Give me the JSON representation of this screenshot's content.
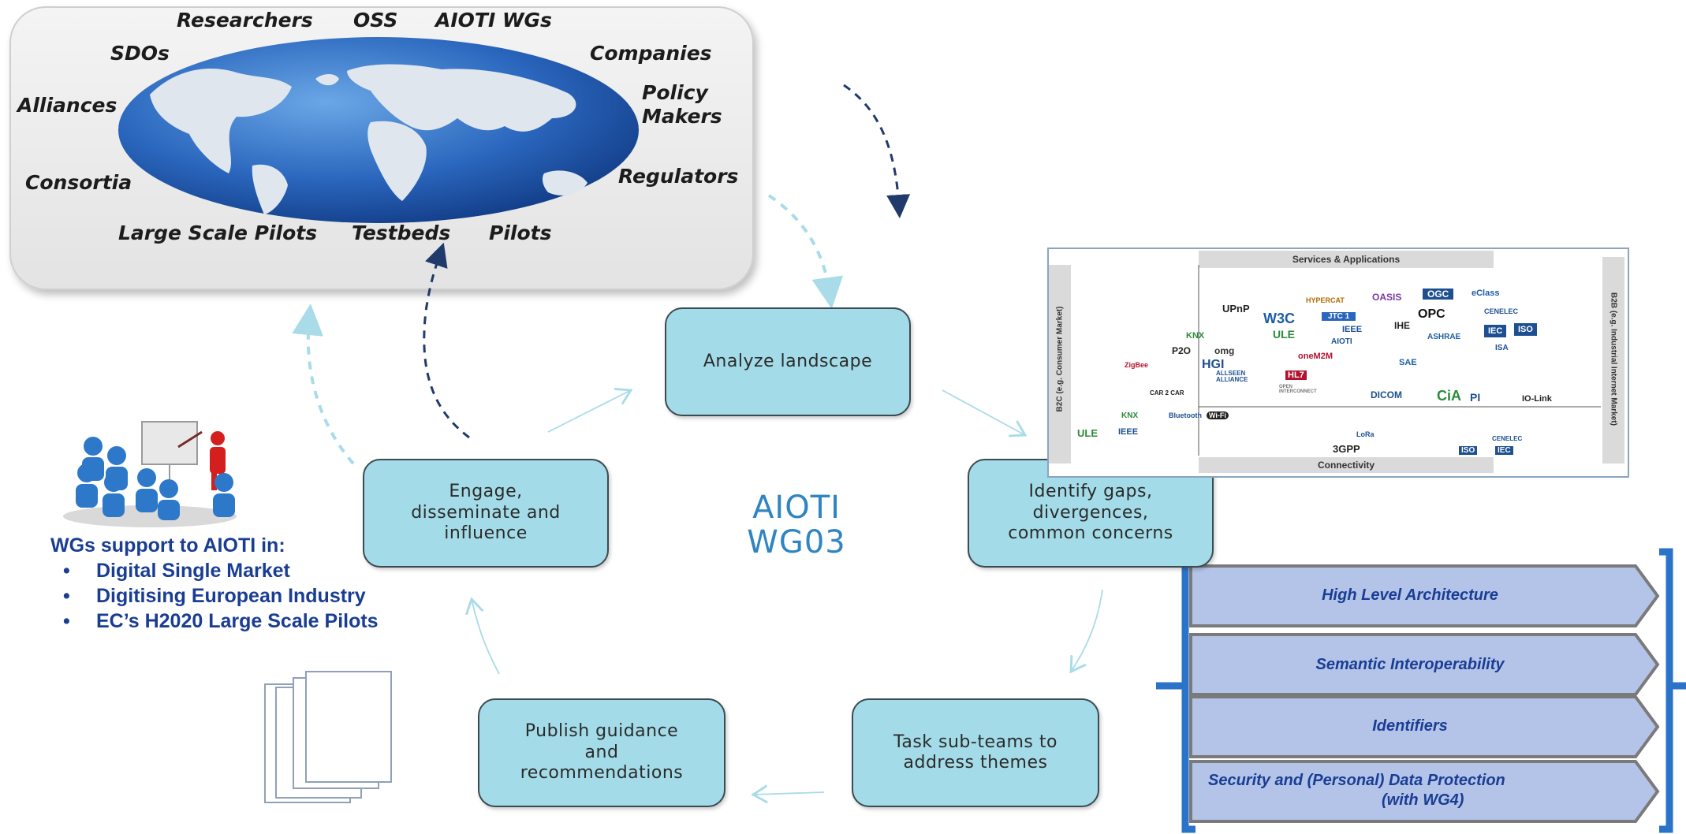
{
  "globe": {
    "labels": {
      "researchers": "Researchers",
      "oss": "OSS",
      "aioti_wgs": "AIOTI WGs",
      "sdos": "SDOs",
      "companies": "Companies",
      "alliances": "Alliances",
      "policy_makers_1": "Policy",
      "policy_makers_2": "Makers",
      "regulators": "Regulators",
      "consortia": "Consortia",
      "large_scale_pilots": "Large Scale Pilots",
      "testbeds": "Testbeds",
      "pilots": "Pilots"
    }
  },
  "cycle": {
    "analyze": "Analyze landscape",
    "identify_1": "Identify gaps,",
    "identify_2": "divergences,",
    "identify_3": "common concerns",
    "task_1": "Task sub-teams to",
    "task_2": "address themes",
    "publish_1": "Publish guidance",
    "publish_2": "and",
    "publish_3": "recommendations",
    "engage_1": "Engage,",
    "engage_2": "disseminate and",
    "engage_3": "influence",
    "center_1": "AIOTI",
    "center_2": "WG03"
  },
  "support": {
    "title": "WGs support to AIOTI in:",
    "bullet": "•",
    "items": [
      "Digital Single Market",
      "Digitising European Industry",
      "EC’s H2020 Large Scale Pilots"
    ]
  },
  "landscape": {
    "top_label": "Services & Applications",
    "bottom_label": "Connectivity",
    "left_label": "B2C (e.g. Consumer Market)",
    "right_label": "B2B (e.g. Industrial Internet Market)",
    "logos": [
      "UPnP",
      "W3C",
      "OASIS",
      "OGC",
      "eClass",
      "OPC",
      "CENELEC",
      "HYPERCAT",
      "JTC 1",
      "IEEE",
      "IHE",
      "ULE",
      "AIOTI",
      "ASHRAE",
      "IEC",
      "ISO",
      "ISA",
      "HGI",
      "ALLSEEN ALLIANCE",
      "omg",
      "P2O",
      "KNX",
      "oneM2M",
      "DICOM",
      "CiA",
      "PI",
      "IO-Link",
      "Bluetooth",
      "Wi-Fi",
      "CAR 2 CAR",
      "LoRa",
      "3GPP",
      "IEEE",
      "ULE",
      "KNX",
      "CENELEC",
      "IEC",
      "ISO",
      "OPEN INTERCONNECT",
      "SAE",
      "HL7",
      "ZigBee"
    ]
  },
  "workgroups": {
    "items": [
      {
        "label": "High Level Architecture"
      },
      {
        "label": "Semantic Interoperability"
      },
      {
        "label": "Identifiers"
      },
      {
        "label": "Security and (Personal) Data Protection",
        "label_2": "(with WG4)"
      }
    ]
  },
  "colors": {
    "step_fill": "#a3dce8",
    "title_blue": "#2f84c2",
    "support_blue": "#1a3d94",
    "tab_fill": "#b4c4e8",
    "bracket_blue": "#2a73c9",
    "dashed_navy": "#1f3a6b",
    "dashed_light": "#a9dbe8"
  }
}
